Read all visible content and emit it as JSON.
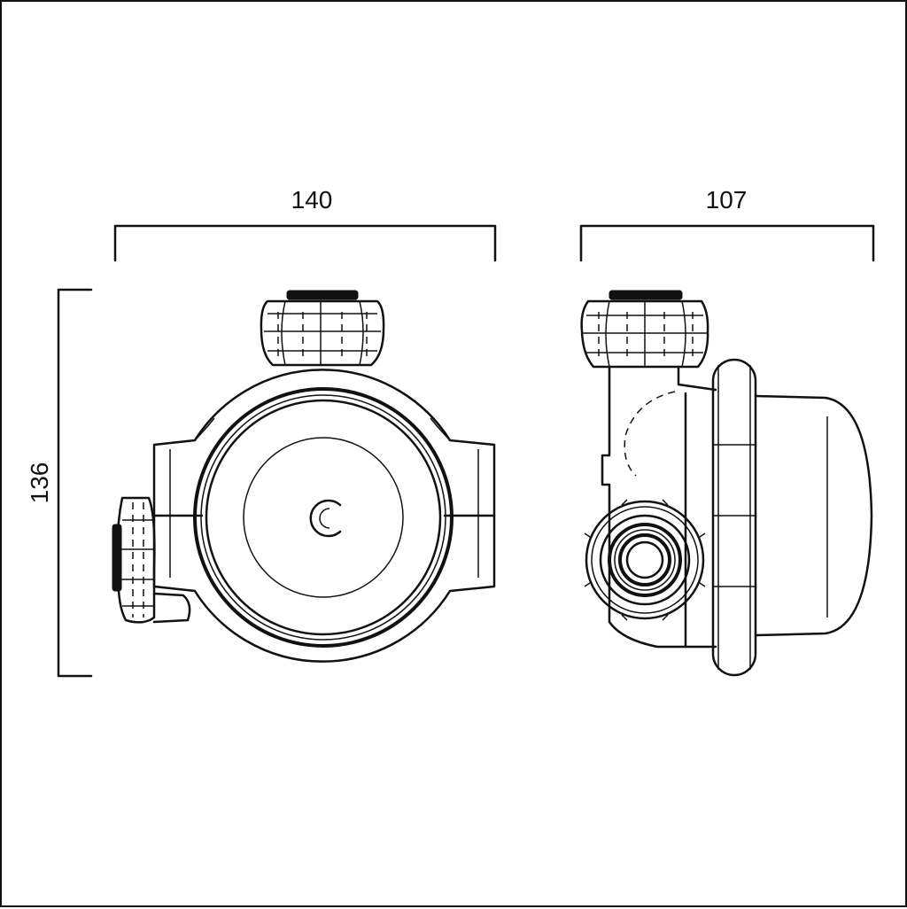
{
  "dimensions": {
    "front_width": "140",
    "side_depth": "107",
    "height": "136"
  }
}
